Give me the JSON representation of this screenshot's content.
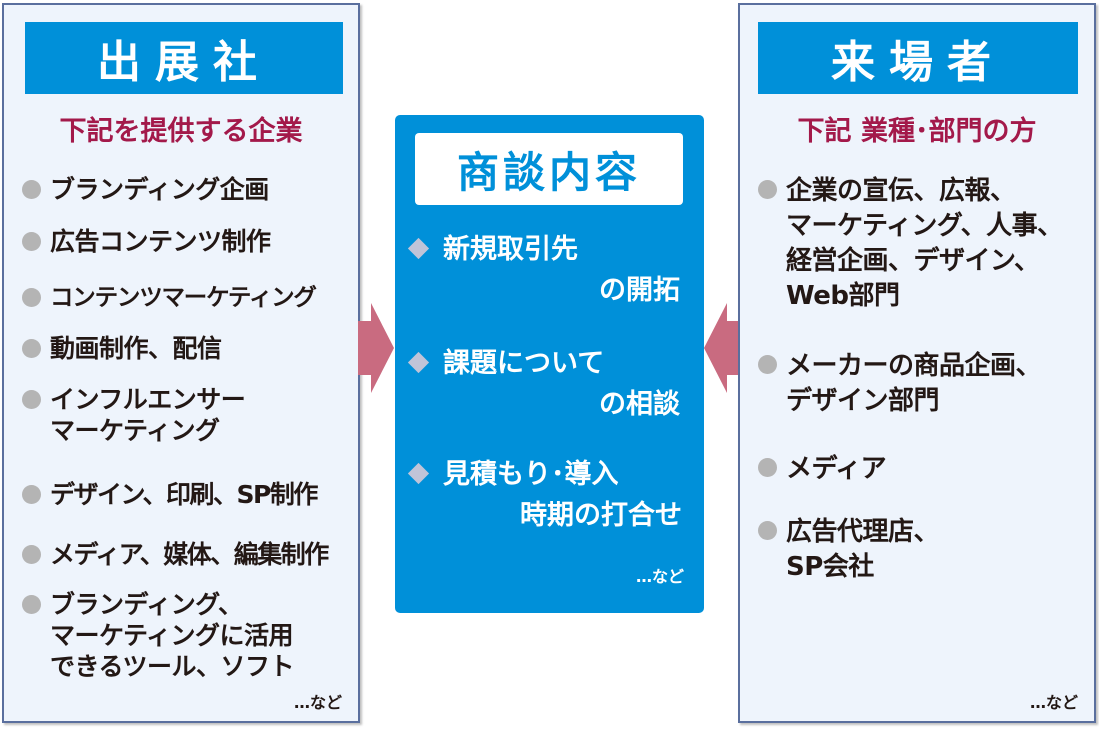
{
  "exhibitors": {
    "title": "出展社",
    "subtitle": "下記を提供する企業",
    "items": [
      "ブランディング企画",
      "広告コンテンツ制作",
      "コンテンツマーケティング",
      "動画制作、配信",
      "インフルエンサー\nマーケティング",
      "デザイン、印刷、SP制作",
      "メディア、媒体、編集制作",
      "ブランディング、\nマーケティングに活用\nできるツール、ソフト"
    ],
    "etc": "…など"
  },
  "meeting": {
    "title": "商談内容",
    "items": [
      {
        "line1": "新規取引先",
        "line2": "の開拓"
      },
      {
        "line1": "課題について",
        "line2": "の相談"
      },
      {
        "line1": "見積もり･導入",
        "line2": "時期の打合せ"
      }
    ],
    "etc": "…など"
  },
  "visitors": {
    "title": "来場者",
    "subtitle": "下記 業種･部門の方",
    "items": [
      "企業の宣伝、広報、\nマーケティング、人事、\n経営企画、デザイン、\nWeb部門",
      "メーカーの商品企画、\nデザイン部門",
      "メディア",
      "広告代理店、\nSP会社"
    ],
    "etc": "…など"
  },
  "colors": {
    "header_blue": "#0090d9",
    "subtitle_red": "#a3194a",
    "arrow_pink": "#c96b80",
    "box_bg": "#eef4fc",
    "box_border": "#5a6f9e"
  }
}
